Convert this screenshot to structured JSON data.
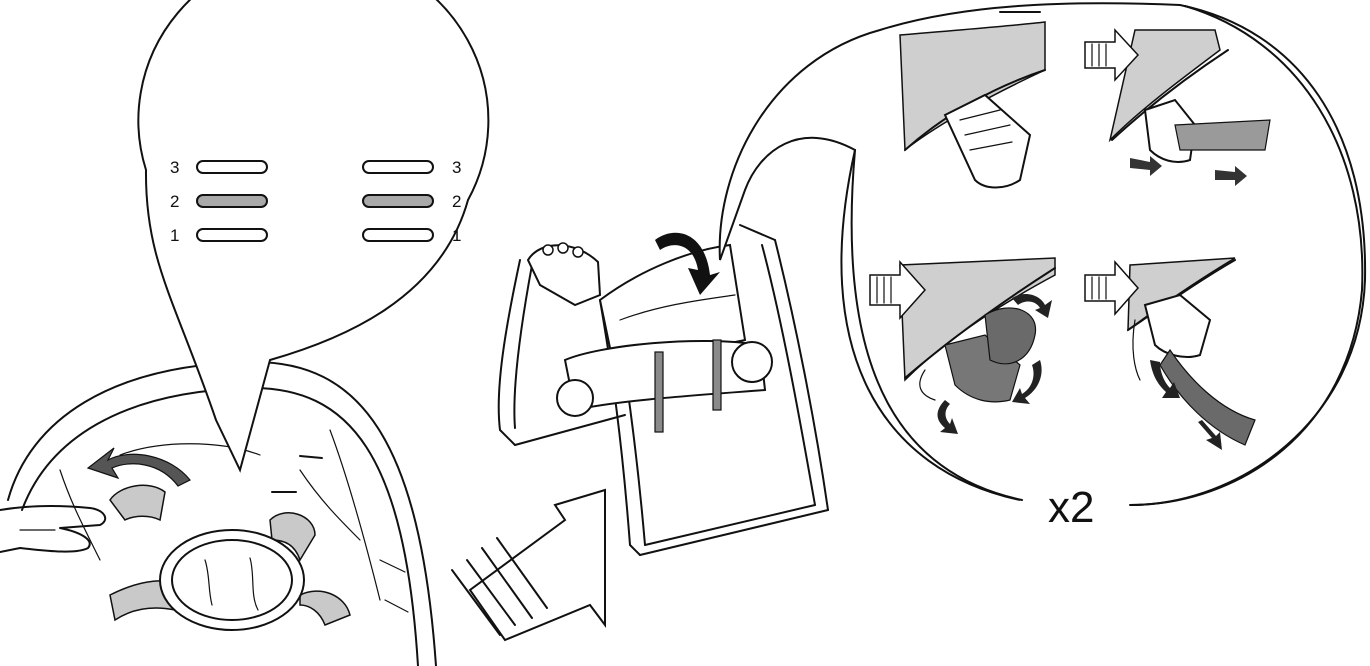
{
  "slot_labels_left": [
    "3",
    "2",
    "1"
  ],
  "slot_labels_right": [
    "3",
    "2",
    "1"
  ],
  "selected_slot": "2",
  "multiplier_label": "x2"
}
